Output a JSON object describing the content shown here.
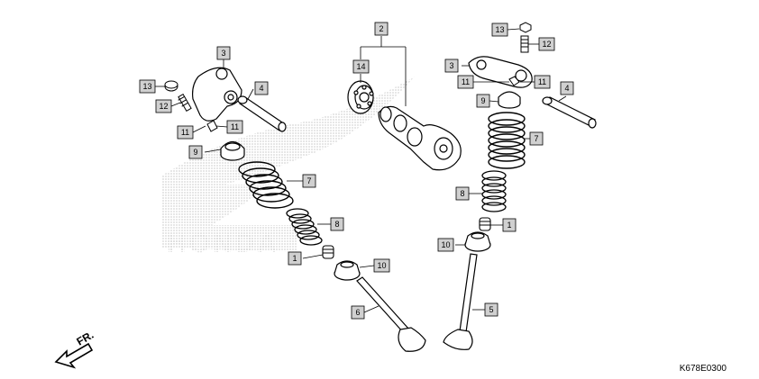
{
  "diagram": {
    "drawing_code": "K678E0300",
    "front_label": "FR.",
    "background_logo": "HONDA",
    "callouts": [
      {
        "id": "c3-left",
        "label": "3"
      },
      {
        "id": "c4-left",
        "label": "4"
      },
      {
        "id": "c13-left",
        "label": "13"
      },
      {
        "id": "c12-left",
        "label": "12"
      },
      {
        "id": "c11a-left",
        "label": "11"
      },
      {
        "id": "c11b-left",
        "label": "11"
      },
      {
        "id": "c9-left",
        "label": "9"
      },
      {
        "id": "c7-left",
        "label": "7"
      },
      {
        "id": "c8-left",
        "label": "8"
      },
      {
        "id": "c1-left",
        "label": "1"
      },
      {
        "id": "c10-left",
        "label": "10"
      },
      {
        "id": "c6",
        "label": "6"
      },
      {
        "id": "c2",
        "label": "2"
      },
      {
        "id": "c14",
        "label": "14"
      },
      {
        "id": "c13-right",
        "label": "13"
      },
      {
        "id": "c12-right",
        "label": "12"
      },
      {
        "id": "c3-right",
        "label": "3"
      },
      {
        "id": "c11a-right",
        "label": "11"
      },
      {
        "id": "c11b-right",
        "label": "11"
      },
      {
        "id": "c4-right",
        "label": "4"
      },
      {
        "id": "c9-right",
        "label": "9"
      },
      {
        "id": "c7-right",
        "label": "7"
      },
      {
        "id": "c8-right",
        "label": "8"
      },
      {
        "id": "c1-right",
        "label": "1"
      },
      {
        "id": "c10-right",
        "label": "10"
      },
      {
        "id": "c5",
        "label": "5"
      }
    ]
  }
}
